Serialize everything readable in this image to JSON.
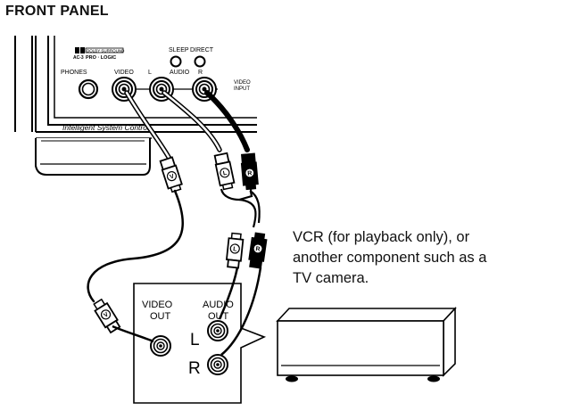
{
  "heading": "FRONT PANEL",
  "front_panel": {
    "logo_line1": "DOLBY SURROUND",
    "logo_line2": "PRO  ·  LOGIC",
    "logo_line3": "AC-3",
    "sleep_label": "SLEEP",
    "direct_label": "DIRECT",
    "phones_label": "PHONES",
    "video_label": "VIDEO",
    "l_label": "L",
    "audio_label": "AUDIO",
    "r_label": "R",
    "video_input_label_line1": "VIDEO",
    "video_input_label_line2": "INPUT",
    "brand_text": "Intelligent System Control"
  },
  "plugs": {
    "video": "V",
    "left": "L",
    "right": "R"
  },
  "component_panel": {
    "video_out_line1": "VIDEO",
    "video_out_line2": "OUT",
    "audio_out_line1": "AUDIO",
    "audio_out_line2": "OUT",
    "l_label": "L",
    "r_label": "R"
  },
  "caption": {
    "line1": "VCR (for playback only), or",
    "line2": "another component such as a",
    "line3": "TV camera."
  }
}
